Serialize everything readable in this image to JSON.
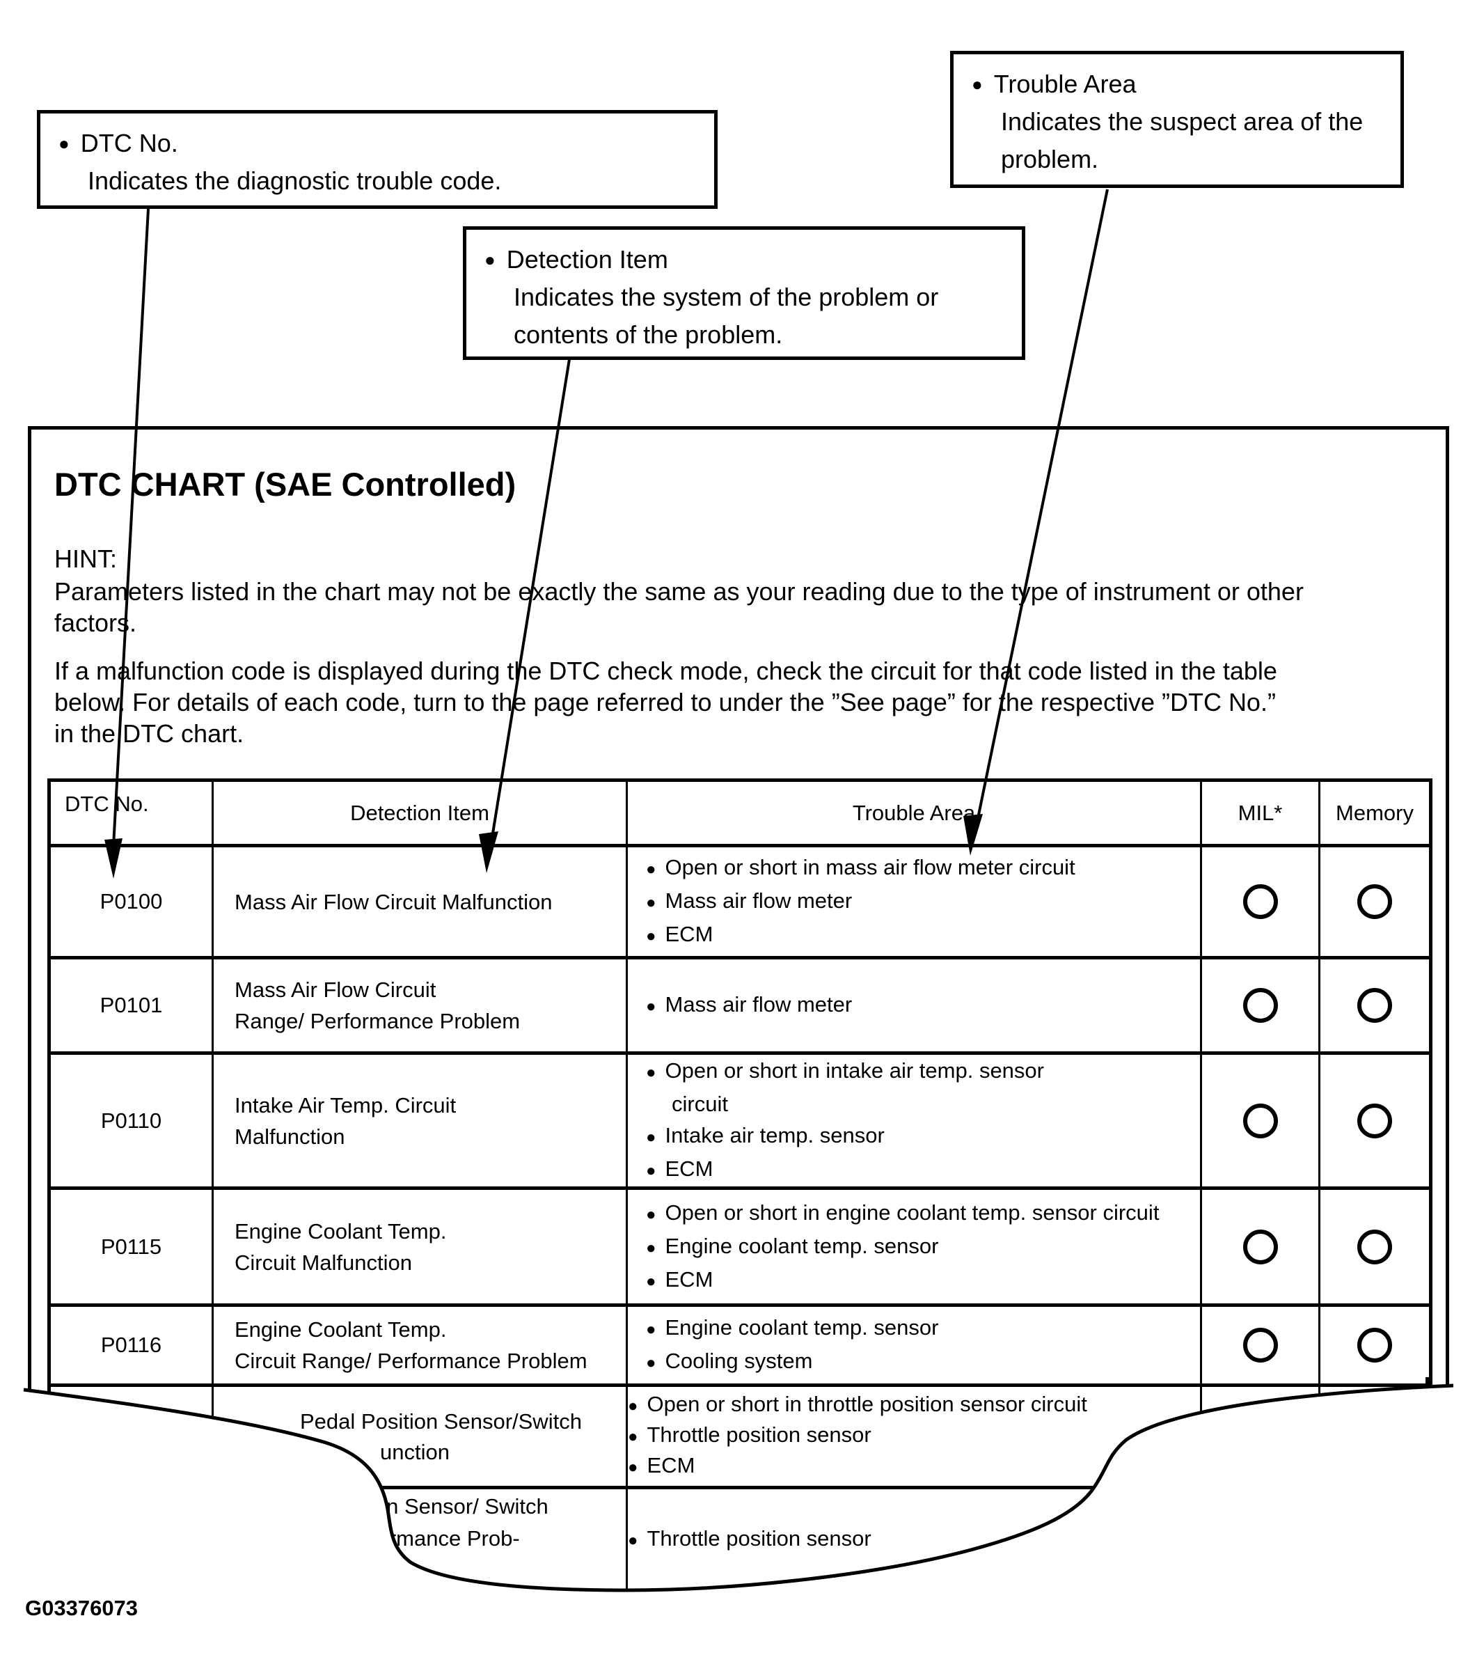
{
  "callouts": [
    {
      "title": "DTC No.",
      "lines": [
        "Indicates the diagnostic trouble code."
      ]
    },
    {
      "title": "Detection Item",
      "lines": [
        "Indicates the system of the problem or",
        "contents of the problem."
      ]
    },
    {
      "title": "Trouble Area",
      "lines": [
        "Indicates the suspect area of the",
        "problem."
      ]
    }
  ],
  "doc": {
    "title": "DTC CHART (SAE Controlled)",
    "hint_label": "HINT:",
    "hint_lines": [
      "Parameters listed in the chart may not be exactly the same as your reading due to the type of instrument or other",
      "factors."
    ],
    "intro_lines": [
      "If a malfunction code is displayed during the DTC check mode, check the circuit for that code listed in the table",
      "below. For details of each code, turn to the page referred to under the ”See page” for the respective ”DTC No.”",
      "in the DTC chart."
    ],
    "figure_id": "G03376073"
  },
  "table": {
    "headers": [
      "DTC No.",
      "Detection Item",
      "Trouble Area",
      "MIL*",
      "Memory"
    ],
    "mark": "circle",
    "rows": [
      {
        "dtc": "P0100",
        "detection": [
          "Mass Air Flow Circuit Malfunction"
        ],
        "trouble": [
          [
            "Open or short in mass air flow meter circuit"
          ],
          [
            "Mass air flow meter"
          ],
          [
            "ECM"
          ]
        ],
        "mil": true,
        "memory": true
      },
      {
        "dtc": "P0101",
        "detection": [
          "Mass Air Flow Circuit",
          "Range/ Performance Problem"
        ],
        "trouble": [
          [
            "Mass air flow meter"
          ]
        ],
        "mil": true,
        "memory": true
      },
      {
        "dtc": "P0110",
        "detection": [
          "Intake Air Temp. Circuit",
          "Malfunction"
        ],
        "trouble": [
          [
            "Open or short in intake air temp. sensor",
            "circuit"
          ],
          [
            "Intake air temp. sensor"
          ],
          [
            "ECM"
          ]
        ],
        "mil": true,
        "memory": true
      },
      {
        "dtc": "P0115",
        "detection": [
          "Engine Coolant Temp.",
          "Circuit Malfunction"
        ],
        "trouble": [
          [
            "Open or short in engine coolant temp. sensor circuit"
          ],
          [
            "Engine coolant temp. sensor"
          ],
          [
            "ECM"
          ]
        ],
        "mil": true,
        "memory": true
      },
      {
        "dtc": "P0116",
        "detection": [
          "Engine Coolant Temp.",
          "Circuit Range/ Performance Problem"
        ],
        "trouble": [
          [
            "Engine coolant temp. sensor"
          ],
          [
            "Cooling system"
          ]
        ],
        "mil": true,
        "memory": true
      }
    ],
    "torn_rows": [
      {
        "detection": [
          "Pedal Position Sensor/Switch",
          "unction"
        ],
        "trouble": [
          "Open or short in throttle position sensor circuit",
          "Throttle position sensor",
          "ECM"
        ]
      },
      {
        "detection": [
          "sition Sensor/ Switch",
          "formance Prob-"
        ],
        "trouble": [
          "Throttle position sensor"
        ]
      }
    ]
  }
}
